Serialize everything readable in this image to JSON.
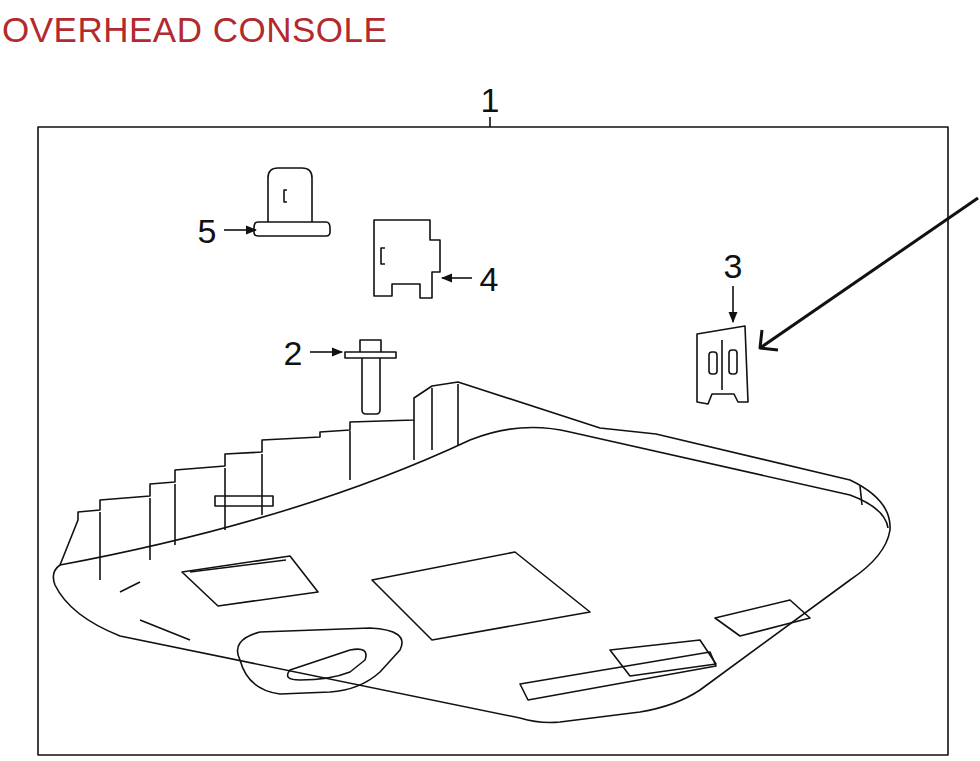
{
  "diagram": {
    "title": "OVERHEAD CONSOLE",
    "labels": [
      "1",
      "5",
      "4",
      "2",
      "3"
    ]
  }
}
